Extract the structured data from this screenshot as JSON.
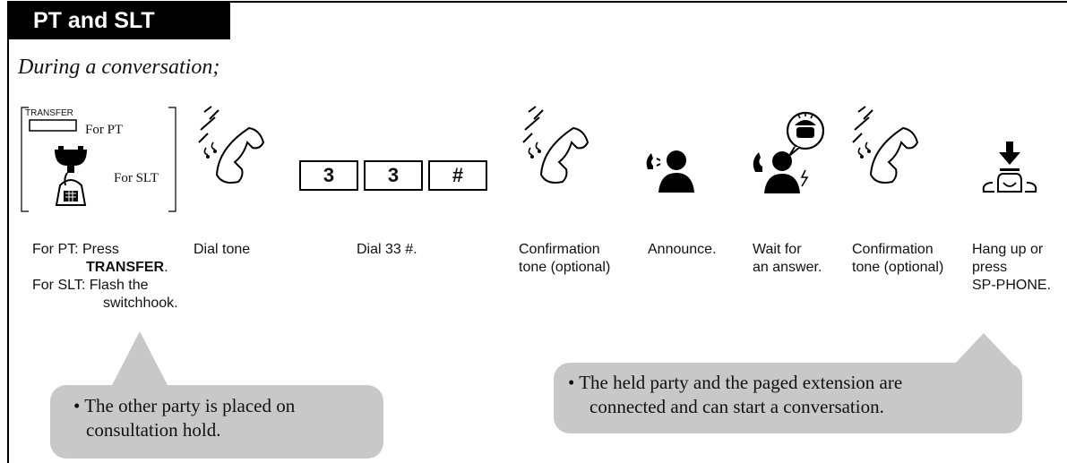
{
  "header": {
    "title": "PT and SLT"
  },
  "subtitle": "During a conversation;",
  "transfer_box": {
    "key_label": "TRANSFER",
    "for_pt": "For PT",
    "for_slt": "For SLT"
  },
  "dial_keys": [
    "3",
    "3",
    "#"
  ],
  "steps": {
    "step1": {
      "pt_prefix": "For PT: Press",
      "pt_key": "TRANSFER",
      "pt_period": ".",
      "slt_line1": "For SLT: Flash the",
      "slt_line2": "switchhook."
    },
    "step2": "Dial tone",
    "step3": "Dial 33 #.",
    "step4": [
      "Confirmation",
      "tone (optional)"
    ],
    "step5": "Announce.",
    "step6": [
      "Wait for",
      "an answer."
    ],
    "step7": [
      "Confirmation",
      "tone (optional)"
    ],
    "step8": [
      "Hang up or",
      "press",
      "SP-PHONE."
    ]
  },
  "notes": {
    "left": [
      "• The other party is placed on",
      "consultation hold."
    ],
    "right": [
      "• The held party and the paged extension are",
      "connected and can start a conversation."
    ]
  },
  "icons": [
    "transfer-key-icon",
    "slt-phone-icon",
    "handset-tone-icon",
    "person-speaking-icon",
    "person-waiting-icon",
    "hang-up-icon"
  ]
}
